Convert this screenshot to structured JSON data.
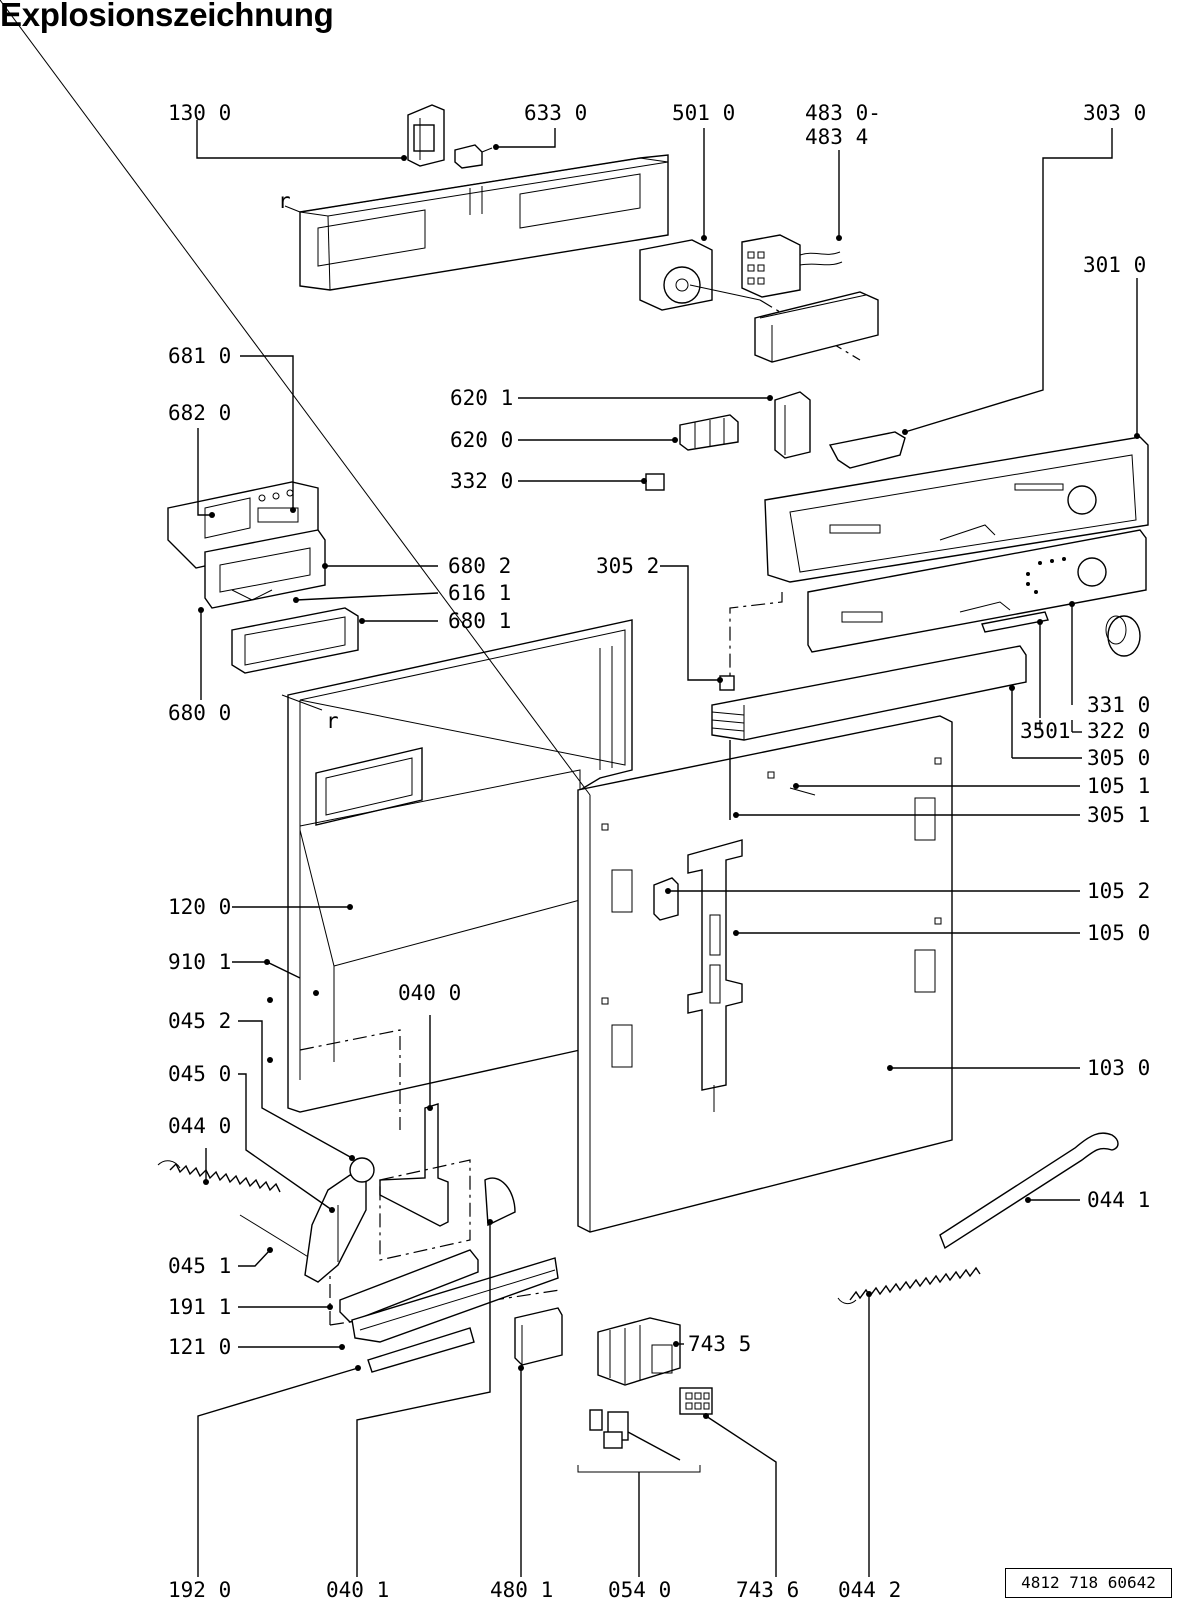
{
  "title": "Explosionszeichnung",
  "document_number": "4812 718 60642",
  "labels": {
    "l1300": "130 0",
    "l6330": "633 0",
    "l5010": "501 0",
    "l4830": "483 0-",
    "l4834": "483 4",
    "l3030": "303 0",
    "l3010": "301 0",
    "l6810": "681 0",
    "l6820": "682 0",
    "l6201": "620 1",
    "l6200": "620 0",
    "l3320": "332 0",
    "l6802": "680 2",
    "l6161": "616 1",
    "l3052": "305 2",
    "l6801": "680 1",
    "l6800": "680 0",
    "l3310": "331 0",
    "l3501": "3501",
    "l3220": "322 0",
    "l3050": "305 0",
    "l1051": "105 1",
    "l3051": "305 1",
    "l1052": "105 2",
    "l1200": "120 0",
    "l1050": "105 0",
    "l9101": "910 1",
    "l0400": "040 0",
    "l0452": "045 2",
    "l0450": "045 0",
    "l1030": "103 0",
    "l0440": "044 0",
    "l0441": "044 1",
    "l0451": "045 1",
    "l1911": "191 1",
    "l1210": "121 0",
    "l7435": "743 5",
    "l7436": "743 6",
    "l1920": "192 0",
    "l0401": "040 1",
    "l4801": "480 1",
    "l0540": "054 0",
    "l0442": "044 2"
  }
}
